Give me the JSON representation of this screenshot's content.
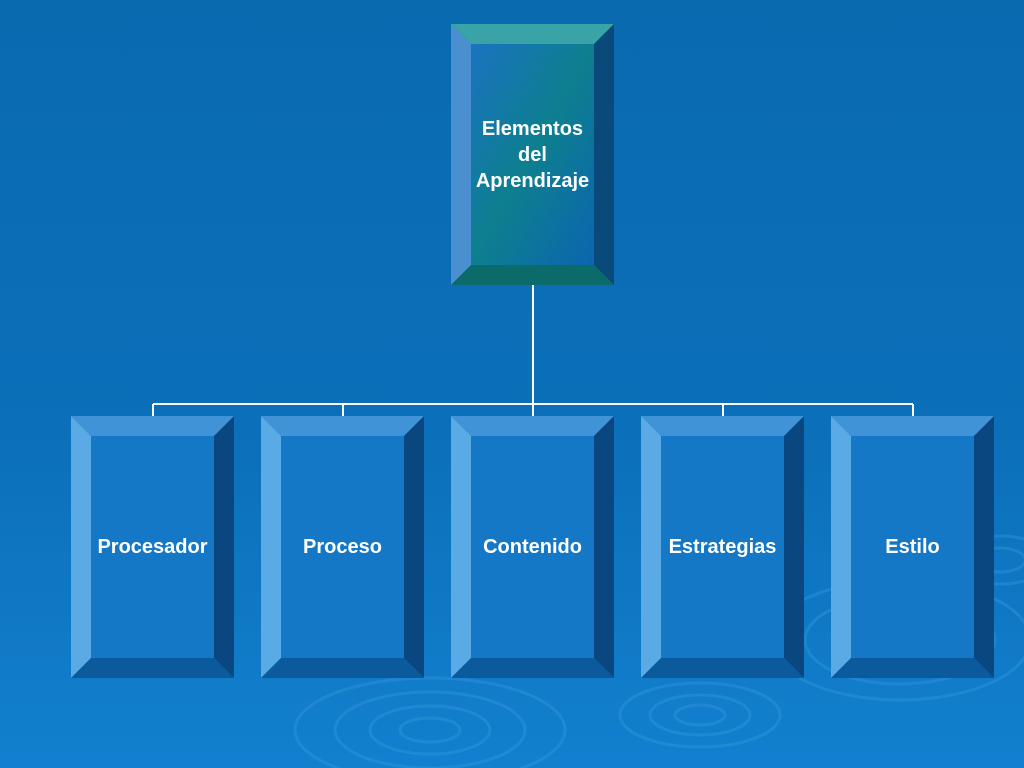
{
  "diagram": {
    "root": {
      "label": "Elementos\ndel\nAprendizaje"
    },
    "children": [
      {
        "label": "Procesador"
      },
      {
        "label": "Proceso"
      },
      {
        "label": "Contenido"
      },
      {
        "label": "Estrategias"
      },
      {
        "label": "Estilo"
      }
    ]
  },
  "colors": {
    "background": "#0b6fb9",
    "root_face": "#0f7a9a",
    "child_face": "#1174c4",
    "connector": "#ffffff",
    "text": "#ffffff"
  }
}
